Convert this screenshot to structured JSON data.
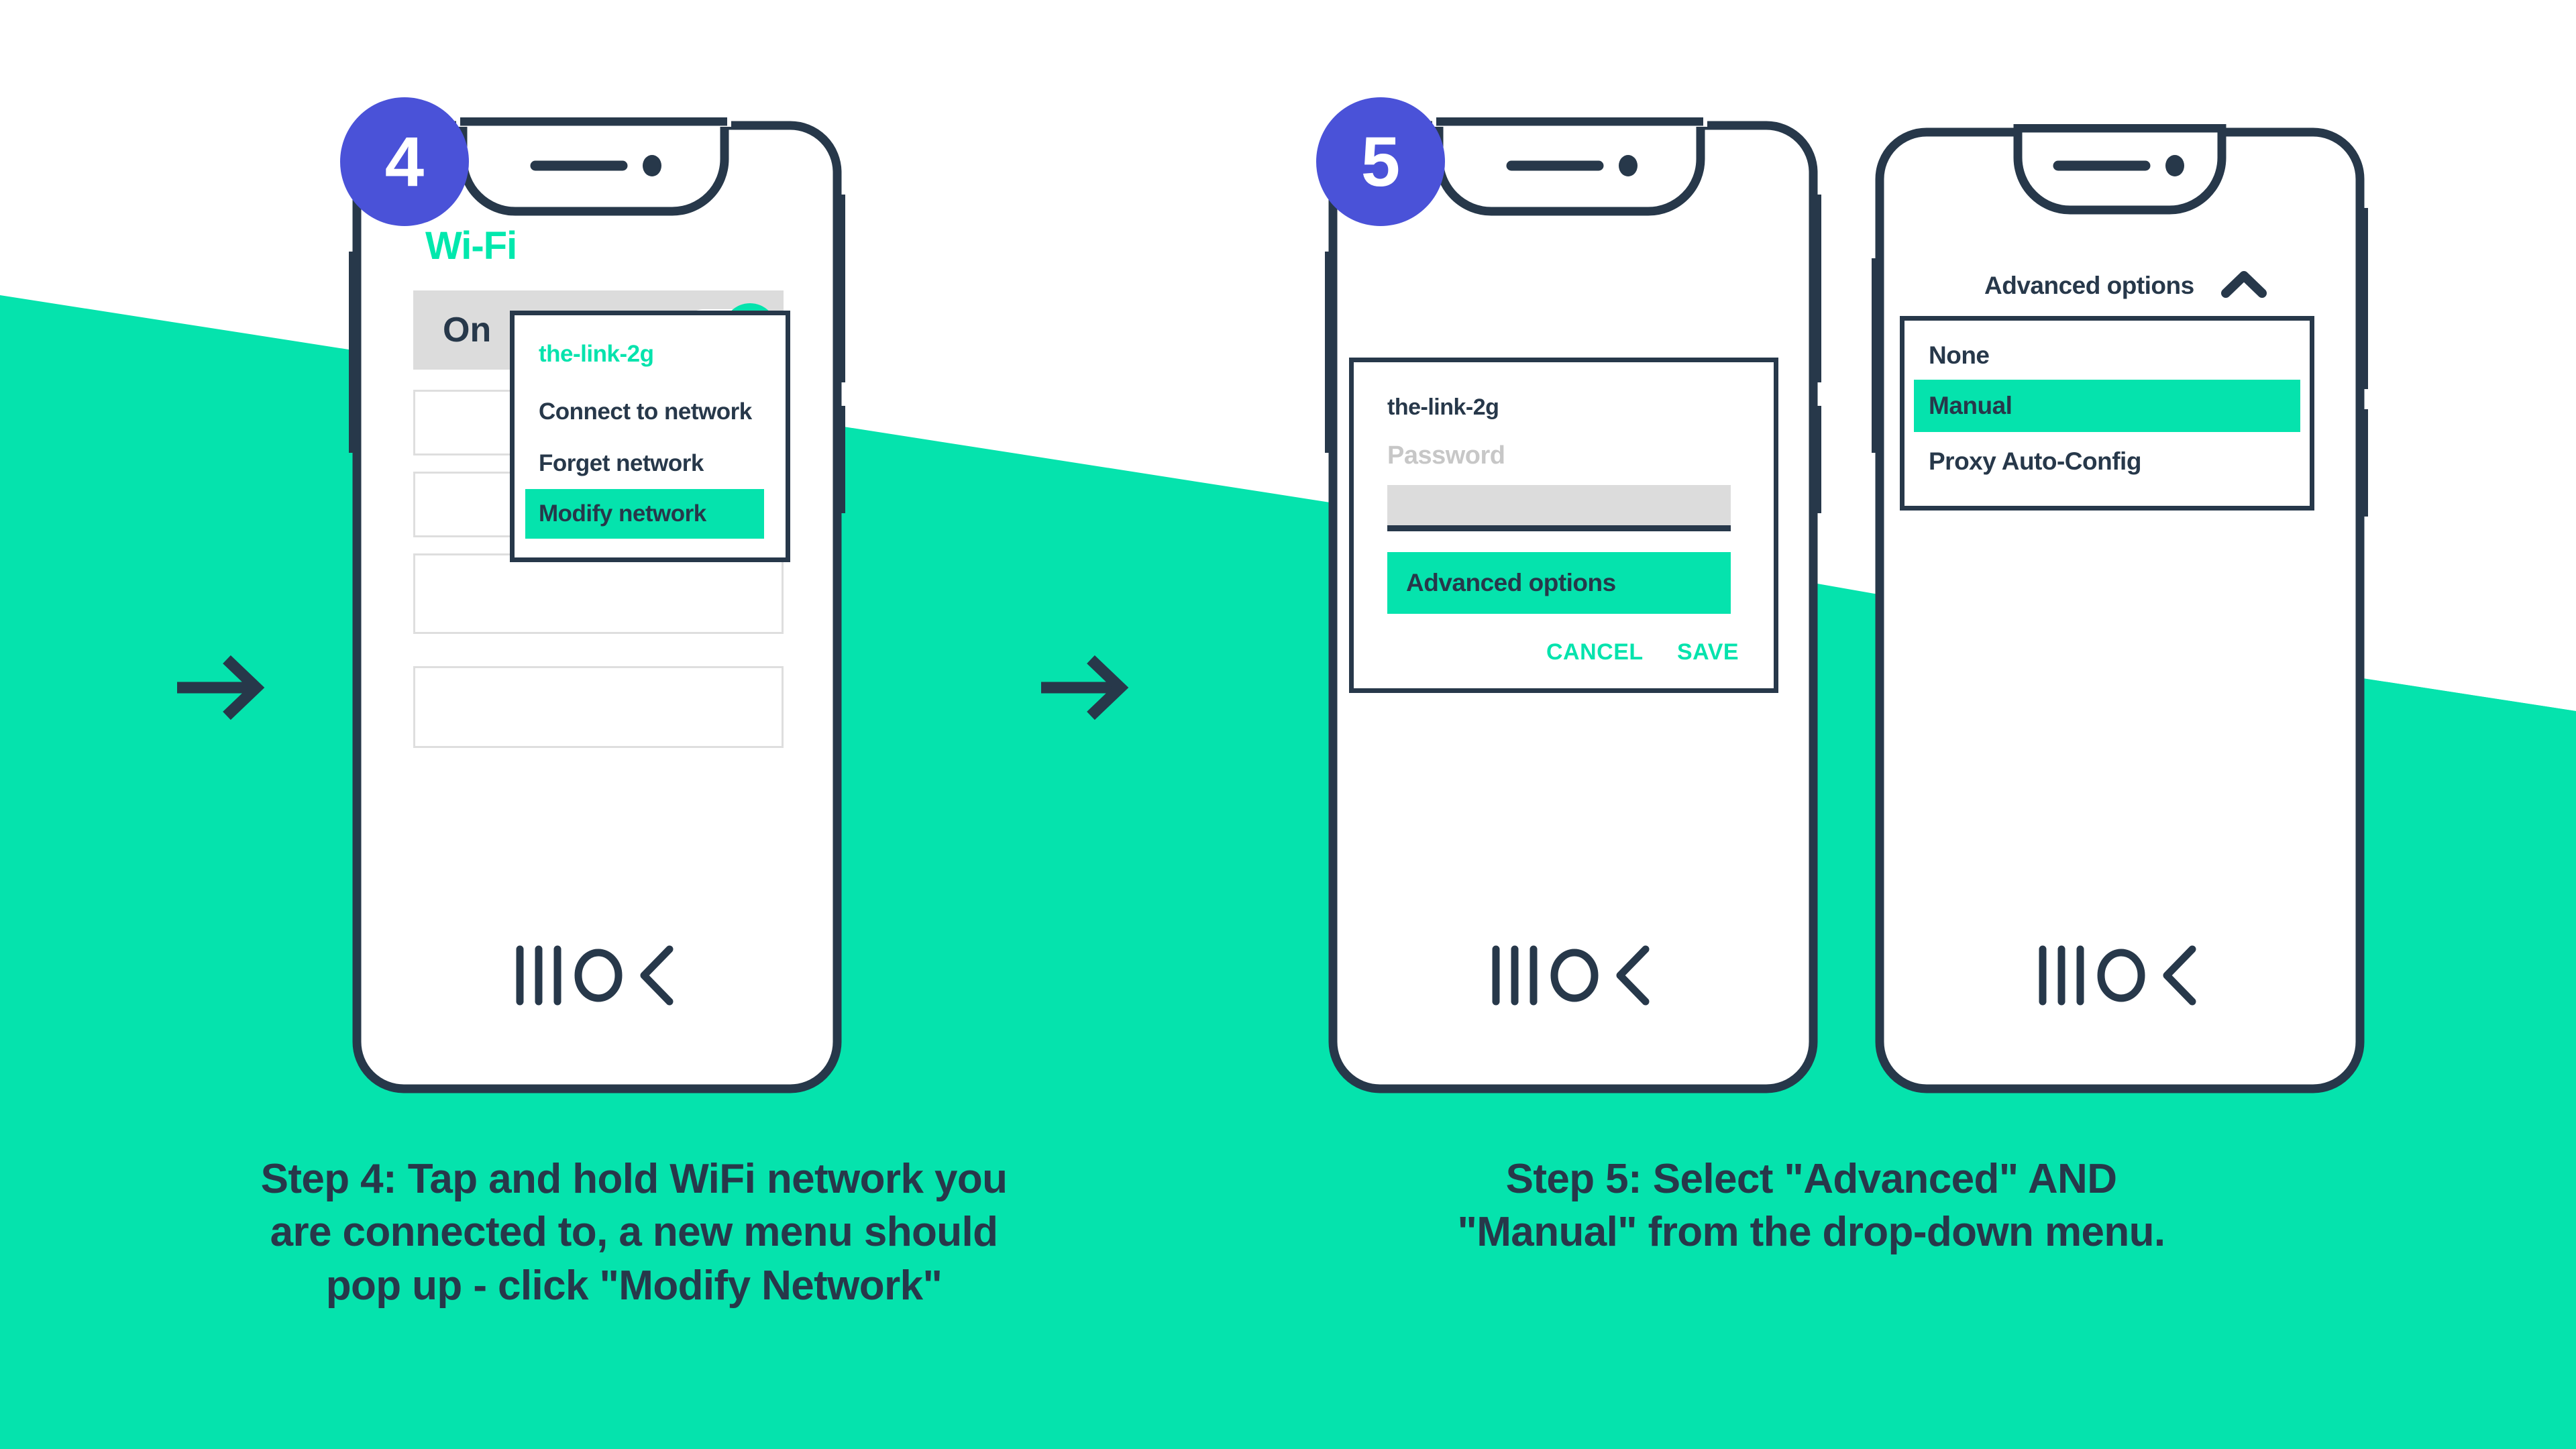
{
  "theme": {
    "green": "#05E3AD",
    "dark": "#27384A",
    "badge_purple": "#4A52D8",
    "grey_field": "#DCDCDC",
    "grey_border": "#DEDEDE",
    "placeholder_grey": "#C7C7C7",
    "white": "#FFFFFF"
  },
  "panels": [
    {
      "badge": "4",
      "caption": "Step 4: Tap and hold WiFi network you are connected to, a new menu should pop up - click \"Modify Network\"",
      "caption_lines": [
        "Step 4: Tap and hold WiFi network you",
        "are connected to, a new menu should",
        "pop up - click \"Modify Network\""
      ]
    },
    {
      "badge": "5",
      "caption": "Step 5: Select \"Advanced\" AND \"Manual\" from the drop-down menu.",
      "caption_lines": [
        "Step 5: Select \"Advanced\" AND",
        "\"Manual\" from the drop-down menu."
      ]
    }
  ],
  "phone1": {
    "screen_title": "Wi-Fi",
    "toggle_label": "On",
    "toggle_state": "on",
    "network_rows": [
      "",
      "",
      "",
      ""
    ],
    "context_menu": {
      "ssid": "the-link-2g",
      "items": [
        {
          "label": "Connect to network",
          "selected": false
        },
        {
          "label": "Forget network",
          "selected": false
        },
        {
          "label": "Modify network",
          "selected": true
        }
      ]
    },
    "nav": {
      "recents": "recents-icon",
      "home": "home-icon",
      "back": "back-icon"
    }
  },
  "phone2": {
    "dialog": {
      "ssid": "the-link-2g",
      "password_label": "Password",
      "password_value": "",
      "advanced_button": "Advanced options",
      "cancel": "CANCEL",
      "save": "SAVE"
    },
    "nav": {
      "recents": "recents-icon",
      "home": "home-icon",
      "back": "back-icon"
    }
  },
  "phone3": {
    "header": "Advanced options",
    "header_chevron": "chevron-up-icon",
    "options": [
      {
        "label": "None",
        "selected": false
      },
      {
        "label": "Manual",
        "selected": true
      },
      {
        "label": "Proxy Auto-Config",
        "selected": false
      }
    ],
    "nav": {
      "recents": "recents-icon",
      "home": "home-icon",
      "back": "back-icon"
    }
  },
  "arrows": {
    "icon": "arrow-right-icon",
    "count": 2
  }
}
